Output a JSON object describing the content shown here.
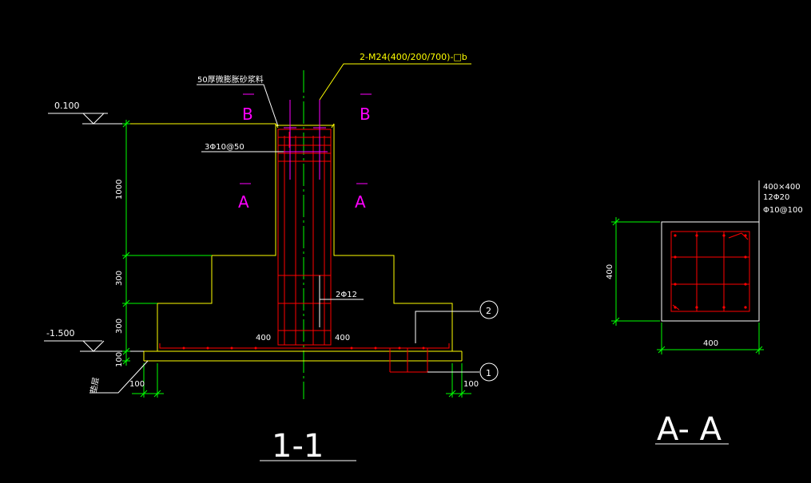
{
  "section_11": {
    "title": "1-1",
    "top_note": "2-M24(400/200/700)-□b",
    "grout_note": "50厚微膨胀砂浆料",
    "b_marks": [
      "B",
      "B"
    ],
    "a_marks": [
      "A",
      "A"
    ],
    "tie_note": "3Φ10@50",
    "rebar_note": "2Φ12",
    "elev_top": "0.100",
    "elev_bottom": "-1.500",
    "dim_1000": "1000",
    "dim_300_a": "300",
    "dim_300_b": "300",
    "dim_100_v": "100",
    "dim_400_left": "400",
    "dim_400_right": "400",
    "dim_100_left": "100",
    "dim_100_right": "100",
    "cushion_note": "垫层",
    "callout_1": "1",
    "callout_2": "2"
  },
  "section_aa": {
    "title": "A- A",
    "spec_size": "400×400",
    "spec_main": "12Φ20",
    "spec_tie": "Φ10@100",
    "dim_width": "400",
    "dim_height": "400"
  },
  "colors": {
    "background": "#000000",
    "concrete": "#ffff00",
    "rebar": "#ff0000",
    "dimension": "#00ff00",
    "section_mark": "#ff00ff",
    "text": "#ffffff"
  }
}
